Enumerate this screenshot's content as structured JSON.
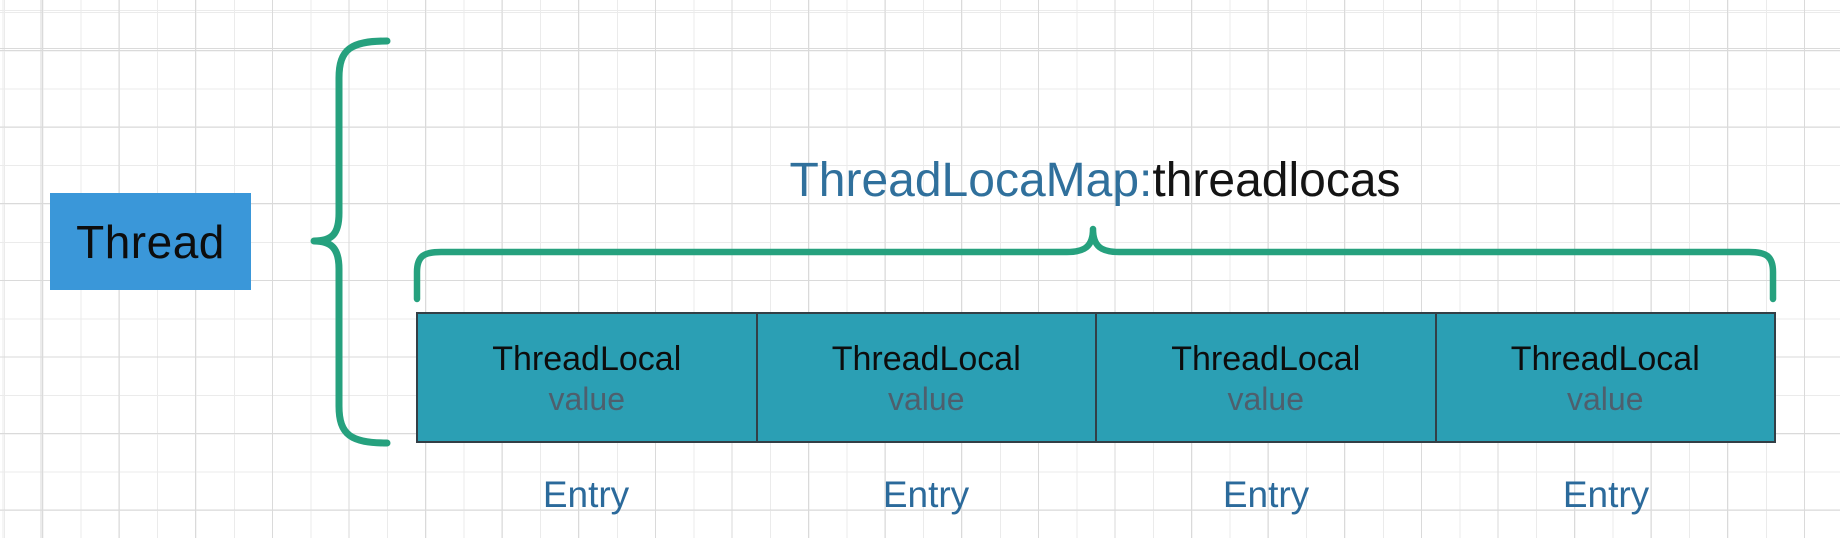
{
  "diagram": {
    "thread_box": {
      "label": "Thread"
    },
    "map_label": {
      "class_part": "ThreadLocaMap:",
      "field_part": "threadlocas"
    },
    "cells": [
      {
        "name": "ThreadLocal",
        "value": "value",
        "caption": "Entry"
      },
      {
        "name": "ThreadLocal",
        "value": "value",
        "caption": "Entry"
      },
      {
        "name": "ThreadLocal",
        "value": "value",
        "caption": "Entry"
      },
      {
        "name": "ThreadLocal",
        "value": "value",
        "caption": "Entry"
      }
    ],
    "colors": {
      "thread_fill": "#3a97d9",
      "thread_text": "#0d0d0d",
      "brace": "#26a17e",
      "cell_fill": "#2b9fb4",
      "cell_border": "#333f46",
      "cell_name_text": "#0d0d0d",
      "cell_value_text": "#4e5f6d",
      "title_class_text": "#30709c",
      "title_field_text": "#141414",
      "caption_text": "#2b6a9b"
    }
  }
}
